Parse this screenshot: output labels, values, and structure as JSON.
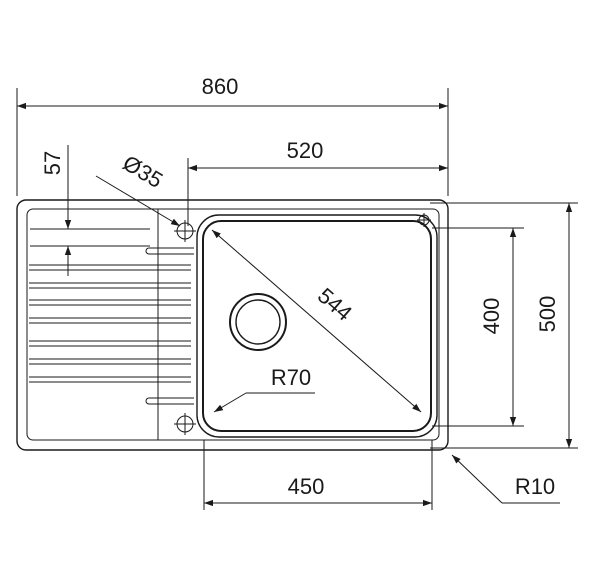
{
  "dimensions": {
    "overall_width": "860",
    "bowl_offset_width": "520",
    "edge_offset": "57",
    "tap_hole_diameter": "Ø35",
    "bowl_diagonal": "544",
    "corner_radius_large": "R70",
    "bowl_height": "400",
    "overall_height": "500",
    "bowl_width": "450",
    "corner_radius_small": "R10"
  }
}
